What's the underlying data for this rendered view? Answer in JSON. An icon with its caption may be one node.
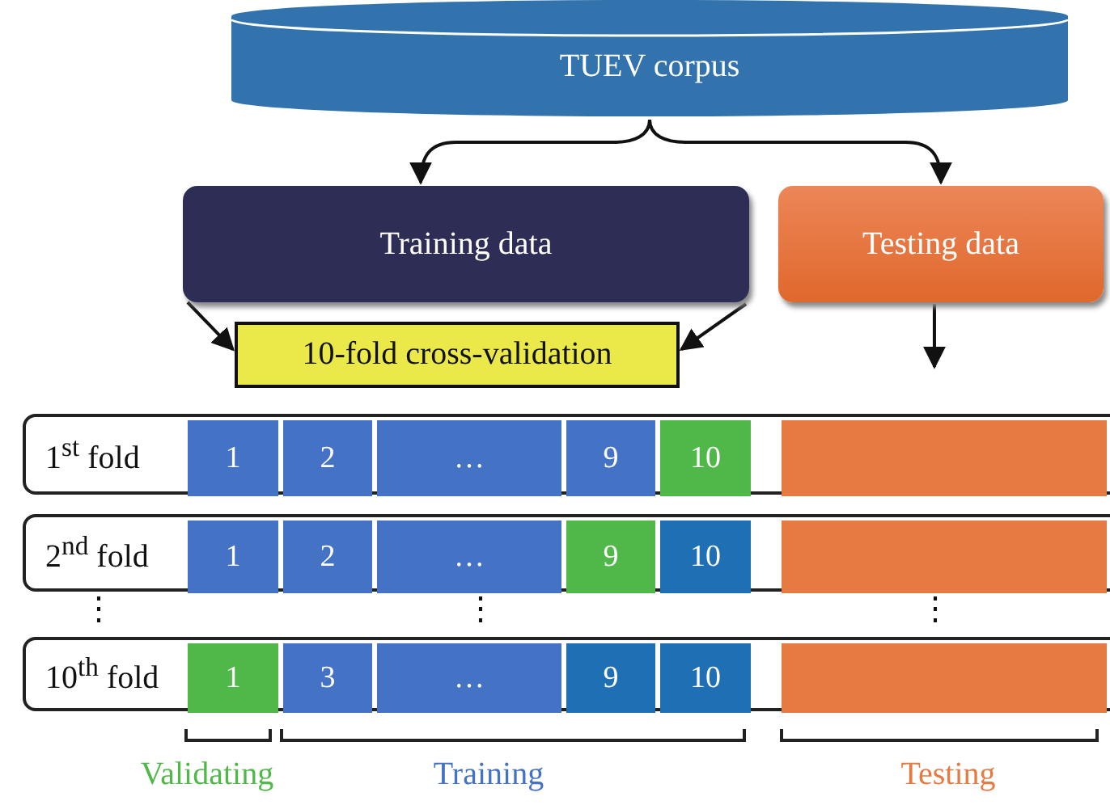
{
  "diagram": {
    "nodes": [
      {
        "text": [
          "TUEV corpus"
        ]
      },
      {
        "text": [
          "Training data"
        ]
      },
      {
        "text": [
          "Testing data"
        ]
      },
      {
        "text": [
          "10-fold cross-validation"
        ]
      },
      {
        "text": [
          "1$^{st}$ fold"
        ]
      },
      {
        "text": [
          "1"
        ],
        "in": 4
      },
      {
        "text": [
          "2"
        ],
        "in": 4
      },
      {
        "text": [
          "…"
        ],
        "in": 4
      },
      {
        "text": [
          "9"
        ],
        "in": 4
      },
      {
        "text": [
          "10"
        ],
        "in": 4
      },
      {
        "text": [],
        "shape": "bar",
        "in": 4
      },
      {
        "text": [
          "2$^{nd}$ fold"
        ]
      },
      {
        "text": [
          "1"
        ],
        "in": 11
      },
      {
        "text": [
          "2"
        ],
        "in": 11
      },
      {
        "text": [
          "…"
        ],
        "in": 11
      },
      {
        "text": [
          "9"
        ],
        "in": 11
      },
      {
        "text": [
          "10"
        ],
        "in": 11
      },
      {
        "text": [],
        "shape": "bar",
        "in": 11
      },
      {
        "text": [
          "10$^{th}$ fold"
        ]
      },
      {
        "text": [
          "1"
        ],
        "in": 18
      },
      {
        "text": [
          "3"
        ],
        "in": 18
      },
      {
        "text": [
          "…"
        ],
        "in": 18
      },
      {
        "text": [
          "9"
        ],
        "in": 18
      },
      {
        "text": [
          "10"
        ],
        "in": 18
      },
      {
        "text": [],
        "shape": "bar",
        "in": 18
      }
    ],
    "edges": [
      {
        "from": 0,
        "to": 1,
        "arrow": "to"
      },
      {
        "from": 0,
        "to": 2,
        "arrow": "to"
      },
      {
        "from": 1,
        "to": 3,
        "arrow": "to"
      },
      {
        "from": 1,
        "to": 3,
        "arrow": "to"
      },
      {
        "from": 2,
        "to": null,
        "arrow": "to"
      }
    ],
    "labels": [
      "⋮",
      "⋮",
      "⋮",
      "Validating",
      "Training",
      "Testing"
    ]
  }
}
